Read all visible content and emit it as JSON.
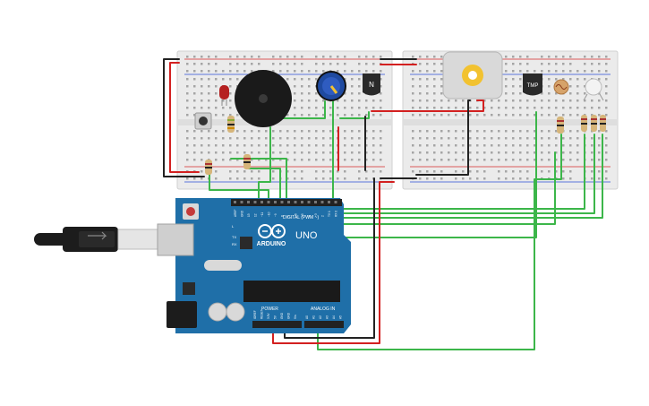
{
  "colors": {
    "board": "#1f6fa8",
    "board_dark": "#1a5e8f",
    "breadboard": "#ebebeb",
    "breadboard_hole": "#9a9a9a",
    "rail_red": "#d62b2b",
    "rail_blue": "#2b4fd6",
    "wire_green": "#3cb64a",
    "wire_red": "#d32020",
    "wire_black": "#222222",
    "led_red": "#b52020",
    "buzzer": "#1a1a1a",
    "pot_blue": "#1f4aa0",
    "motor": "#d9d9d9",
    "motor_shaft": "#f2c230",
    "usb_cable": "#1c1c1c",
    "usb_plug": "#d8d8d8"
  },
  "arduino": {
    "brand": "ARDUINO",
    "model": "UNO",
    "digital_label": "DIGITAL (PWM ~)",
    "power_label": "POWER",
    "analog_label": "ANALOG IN",
    "led_l": "L",
    "led_tx": "TX",
    "led_rx": "RX",
    "digital_pins": [
      "AREF",
      "GND",
      "13",
      "12",
      "~11",
      "~10",
      "~9",
      "8",
      "7",
      "~6",
      "~5",
      "4",
      "~3",
      "2",
      "TX 1",
      "RX 0"
    ],
    "power_pins": [
      "IOREF",
      "RESET",
      "3.3V",
      "5V",
      "GND",
      "GND",
      "Vin"
    ],
    "analog_pins": [
      "A0",
      "A1",
      "A2",
      "A3",
      "A4",
      "A5"
    ]
  },
  "components": {
    "transistor_label": "N",
    "temp_sensor_label": "TMP"
  }
}
